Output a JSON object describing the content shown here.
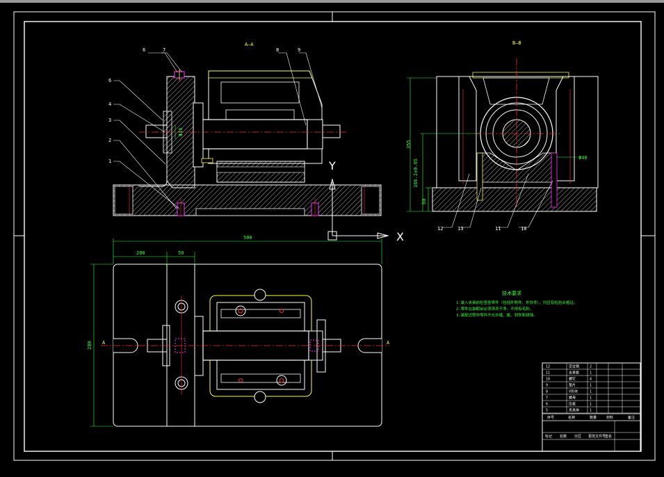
{
  "colors": {
    "background": "#000000",
    "outline": "#ffffff",
    "hatch": "#ffffff",
    "centerline": "#ff3030",
    "dimension": "#33ff33",
    "hidden_part": "#ffff33",
    "magenta": "#ff33ff"
  },
  "views": {
    "section_a_title": "A—A",
    "section_b_title": "B—B"
  },
  "balloons_a": [
    "6",
    "7",
    "6",
    "4",
    "3",
    "2",
    "1",
    "8",
    "9"
  ],
  "balloons_b": [
    "12",
    "13",
    "11",
    "10"
  ],
  "dimensions": {
    "front_dia": "Φ16",
    "overall_length": "500",
    "left_part1": "200",
    "left_part2": "50",
    "overall_height": "280",
    "side_height": "355",
    "side_shaft_height": "166.2±0.05",
    "side_base": "60",
    "side_bore": "Φ40"
  },
  "axis_labels": {
    "x": "X",
    "y": "Y"
  },
  "section_marks": {
    "left": "A",
    "right": "A"
  },
  "tech_notes": {
    "heading": "技术要求",
    "lines": [
      "1.装入夹具前检查各零件（包括外购件、外协件），均应有检验合格证。",
      "2.零件在装配前必须清洗干净，不得有毛刺。",
      "3.装配过程中零件不允许磕、碰、划伤和锈蚀。"
    ]
  },
  "title_block": {
    "rows": [
      [
        "12",
        "定位销",
        "2"
      ],
      [
        "11",
        "支承板",
        "1"
      ],
      [
        "10",
        "螺钉",
        "4"
      ],
      [
        "9",
        "垫片",
        "1"
      ],
      [
        "8",
        "V形块",
        "1"
      ],
      [
        "7",
        "螺母",
        "1"
      ],
      [
        "6",
        "压板",
        "1"
      ],
      [
        "5",
        "夹具体",
        "1"
      ]
    ],
    "header": [
      "序号",
      "名称",
      "数量",
      "材料",
      "备注"
    ],
    "footer": [
      "标记",
      "处数",
      "分区",
      "更改文件号",
      "签名"
    ]
  }
}
